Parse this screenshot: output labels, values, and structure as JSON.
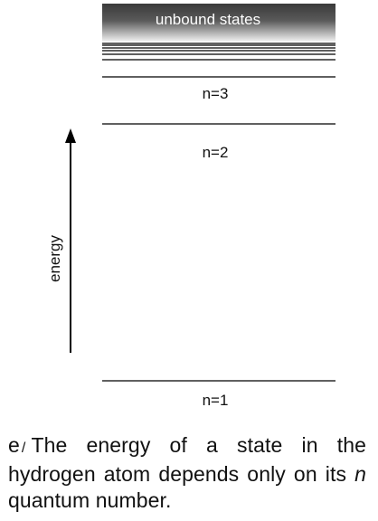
{
  "diagram": {
    "unbound_label": "unbound states",
    "axis_label": "energy",
    "levels": [
      {
        "name": "n=1",
        "label": "n=1"
      },
      {
        "name": "n=2",
        "label": "n=2"
      },
      {
        "name": "n=3",
        "label": "n=3"
      }
    ]
  },
  "caption": {
    "figure_letter": "e",
    "separator": "/",
    "text_before": "The energy of a state in the hydrogen atom depends only on its ",
    "italic_word": "n",
    "text_after": " quantum number."
  }
}
